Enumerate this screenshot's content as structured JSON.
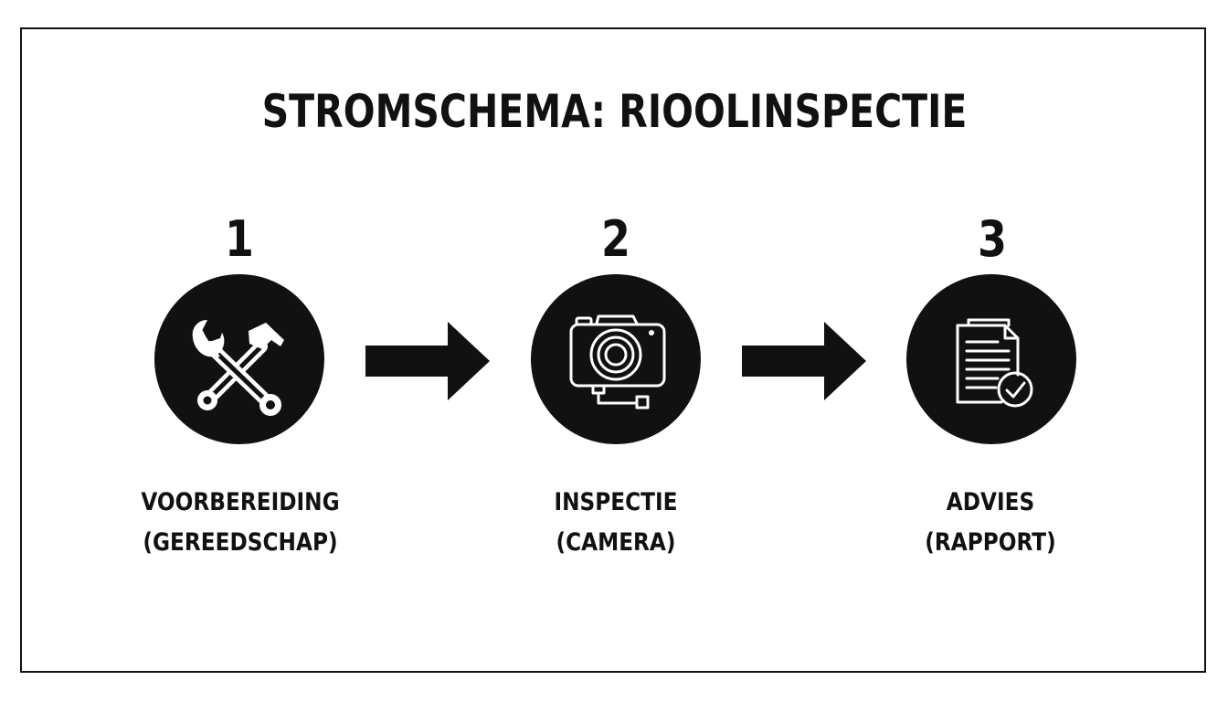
{
  "title": "STROMSCHEMA: RIOOLINSPECTIE",
  "steps": [
    {
      "number": "1",
      "label_line1": "VOORBEREIDING",
      "label_line2": "(GEREEDSCHAP)",
      "icon": "tools-icon"
    },
    {
      "number": "2",
      "label_line1": "INSPECTIE",
      "label_line2": "(CAMERA)",
      "icon": "camera-icon"
    },
    {
      "number": "3",
      "label_line1": "ADVIES",
      "label_line2": "(RAPPORT)",
      "icon": "report-check-icon"
    }
  ],
  "colors": {
    "foreground": "#111111",
    "background": "#ffffff",
    "icon_stroke": "#ffffff"
  }
}
